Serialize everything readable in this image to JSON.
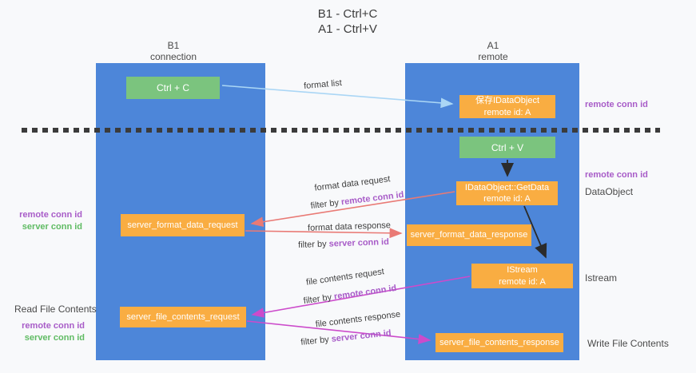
{
  "title": {
    "line1": "B1 - Ctrl+C",
    "line2": "A1 - Ctrl+V"
  },
  "lanes": {
    "left": {
      "name": "B1",
      "subtitle": "connection"
    },
    "right": {
      "name": "A1",
      "subtitle": "remote"
    }
  },
  "terms": {
    "remote_conn_id": "remote conn id",
    "server_conn_id": "server conn id",
    "filter_by": "filter by"
  },
  "nodes": {
    "ctrl_c": {
      "label": "Ctrl + C"
    },
    "save_dataobject": {
      "line1": "保存IDataObject",
      "line2": "remote id: A"
    },
    "ctrl_v": {
      "label": "Ctrl + V"
    },
    "getdata": {
      "line1": "IDataObject::GetData",
      "line2": "remote id: A"
    },
    "format_request": {
      "label": "server_format_data_request"
    },
    "format_response": {
      "label": "server_format_data_response"
    },
    "istream": {
      "line1": "IStream",
      "line2": "remote id: A"
    },
    "file_request": {
      "label": "server_file_contents_request"
    },
    "file_response": {
      "label": "server_file_contents_response"
    }
  },
  "edges": {
    "format_list": {
      "label": "format list"
    },
    "format_data_request": {
      "label": "format data request"
    },
    "format_data_response": {
      "label": "format data response"
    },
    "file_contents_request": {
      "label": "file contents request"
    },
    "file_contents_response": {
      "label": "file contents response"
    }
  },
  "margins": {
    "right_conn_top": "remote conn id",
    "right_conn_mid": "remote conn id",
    "dataobject": "DataObject",
    "istream": "Istream",
    "write_file_contents": "Write File Contents",
    "left_remote_conn_top": "remote conn id",
    "left_server_conn_top": "server conn id",
    "read_file_contents": "Read File Contents",
    "left_remote_conn_bottom": "remote conn id",
    "left_server_conn_bottom": "server conn id"
  },
  "colors": {
    "lane_blue": "#4d86d9",
    "box_green": "#7bc47e",
    "box_orange": "#f9ad42",
    "conn_purple": "#a85cc8",
    "conn_green": "#5fbb63",
    "arrow_red": "#e97a75",
    "arrow_magenta": "#cc4bcb",
    "arrow_blue": "#aad6f5",
    "arrow_black": "#2b2b2b",
    "divider_dark": "#3b3b3b",
    "text_dark": "#3d3d3d",
    "background": "#f8f9fb"
  }
}
